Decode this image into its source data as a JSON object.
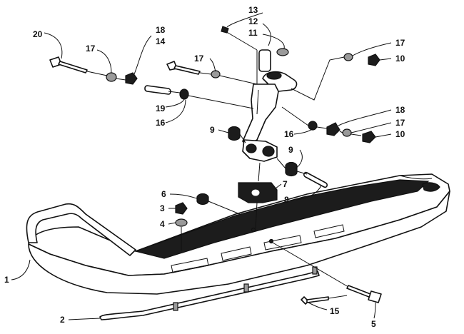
{
  "callouts": [
    {
      "id": "c20",
      "text": "20"
    },
    {
      "id": "c17a",
      "text": "17"
    },
    {
      "id": "c18a",
      "text": "18"
    },
    {
      "id": "c14",
      "text": "14"
    },
    {
      "id": "c17b",
      "text": "17"
    },
    {
      "id": "c13",
      "text": "13"
    },
    {
      "id": "c12",
      "text": "12"
    },
    {
      "id": "c11",
      "text": "11"
    },
    {
      "id": "c17c",
      "text": "17"
    },
    {
      "id": "c10a",
      "text": "10"
    },
    {
      "id": "c19",
      "text": "19"
    },
    {
      "id": "c16a",
      "text": "16"
    },
    {
      "id": "c18b",
      "text": "18"
    },
    {
      "id": "c17d",
      "text": "17"
    },
    {
      "id": "c10b",
      "text": "10"
    },
    {
      "id": "c9a",
      "text": "9"
    },
    {
      "id": "c16b",
      "text": "16"
    },
    {
      "id": "c9b",
      "text": "9"
    },
    {
      "id": "c6",
      "text": "6"
    },
    {
      "id": "c7",
      "text": "7"
    },
    {
      "id": "c3",
      "text": "3"
    },
    {
      "id": "c8",
      "text": "8"
    },
    {
      "id": "c4",
      "text": "4"
    },
    {
      "id": "c1",
      "text": "1"
    },
    {
      "id": "c15",
      "text": "15"
    },
    {
      "id": "c2",
      "text": "2"
    },
    {
      "id": "c5",
      "text": "5"
    }
  ]
}
